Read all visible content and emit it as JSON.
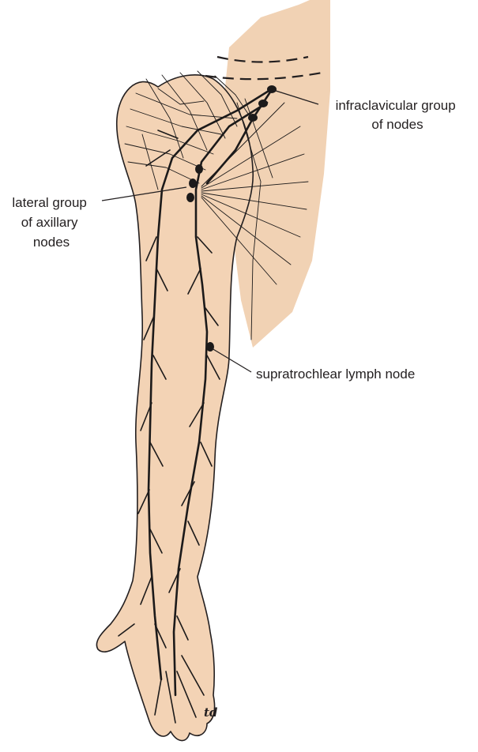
{
  "labels": {
    "infraclavicular": [
      "infraclavicular group",
      "of nodes"
    ],
    "lateral": [
      "lateral group",
      "of axillary",
      "nodes"
    ],
    "supratrochlear": "supratrochlear lymph node",
    "signature": "td"
  },
  "colors": {
    "skin": "#f3d3b5",
    "outline": "#231f20"
  }
}
